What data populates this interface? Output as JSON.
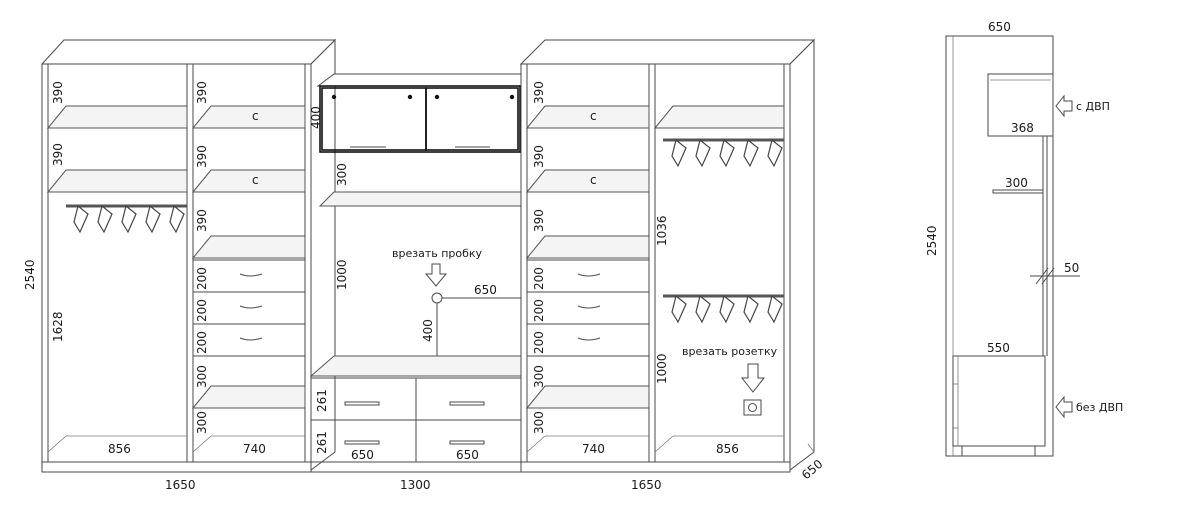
{
  "colors": {
    "line": "#4a4a4a",
    "text": "#1a1a1a",
    "background": "#ffffff"
  },
  "left_wardrobe": {
    "section_heights": [
      "390",
      "390",
      "1628"
    ],
    "right_heights": [
      "390",
      "390",
      "390",
      "200",
      "200",
      "200",
      "300",
      "300"
    ],
    "shelf_labels": [
      "с",
      "с"
    ],
    "inner_widths": [
      "856",
      "740"
    ],
    "total_height": "2540",
    "total_width": "1650"
  },
  "center": {
    "upper_cabinet_height": "400",
    "shelf_gap": "300",
    "tv_area_height": "1000",
    "cork_note": "врезать пробку",
    "offset_horizontal": "650",
    "offset_vertical": "400",
    "drawer_heights": [
      "261",
      "261"
    ],
    "drawer_widths": [
      "650",
      "650"
    ],
    "total_width": "1300"
  },
  "right_wardrobe": {
    "left_heights": [
      "390",
      "390",
      "390",
      "200",
      "200",
      "200",
      "300",
      "300"
    ],
    "shelf_labels": [
      "с",
      "с"
    ],
    "right_heights": [
      "1036",
      "1000"
    ],
    "socket_note": "врезать розетку",
    "inner_widths": [
      "740",
      "856"
    ],
    "total_width": "1650",
    "depth": "650"
  },
  "side_view": {
    "depth": "650",
    "height": "2540",
    "top_unit_depth": "368",
    "top_note": "с ДВП",
    "shelf_depth": "300",
    "gap": "50",
    "bottom_unit_depth": "550",
    "bottom_note": "без ДВП"
  }
}
